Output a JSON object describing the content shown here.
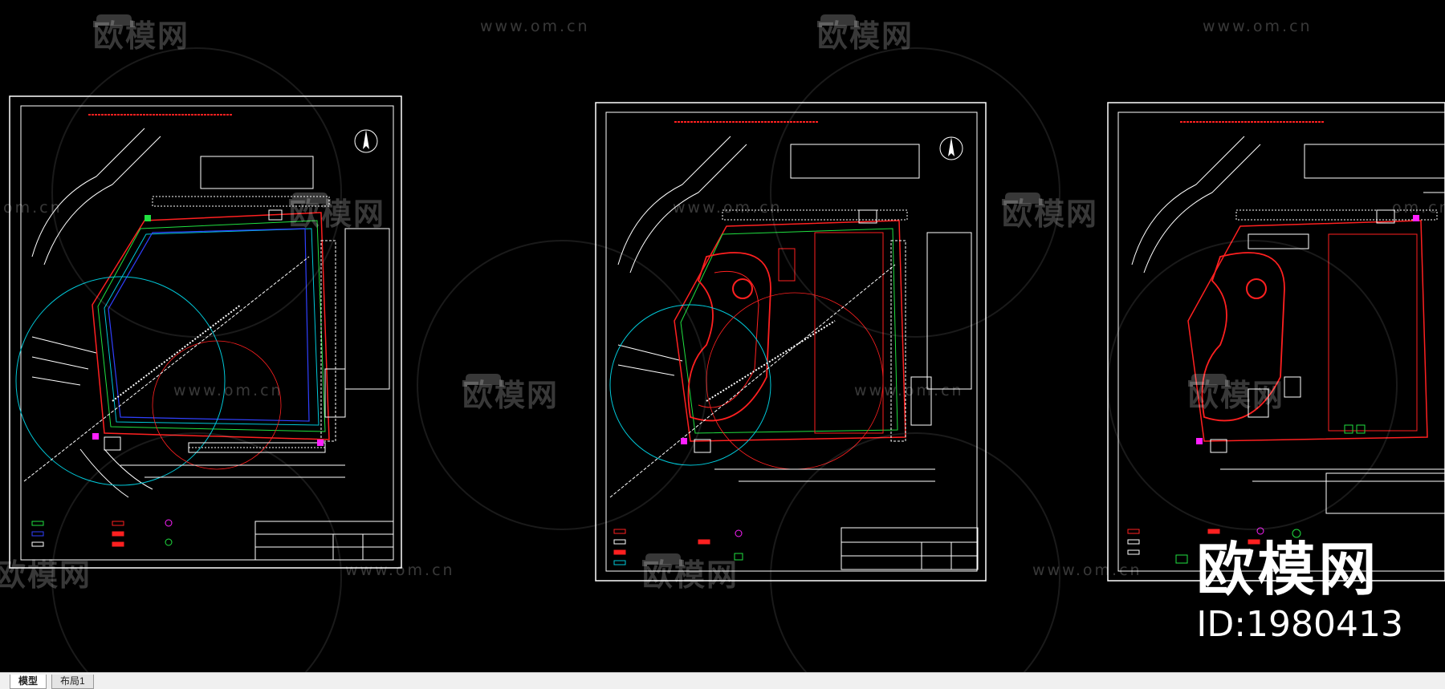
{
  "watermark": {
    "brand": "欧模网",
    "url": "www.om.cn",
    "url_partial": "om.cn"
  },
  "brand_block": {
    "name": "欧模网",
    "id": "ID:1980413"
  },
  "tabs": [
    {
      "label": "模型",
      "active": true
    },
    {
      "label": "布局1",
      "active": false
    }
  ],
  "colors": {
    "background": "#000000",
    "frame": "#ffffff",
    "boundary_red": "#ff2020",
    "cyan": "#00c8d8",
    "blue": "#3040ff",
    "green": "#20e040",
    "magenta": "#ff20ff",
    "yellow": "#e0e000"
  }
}
